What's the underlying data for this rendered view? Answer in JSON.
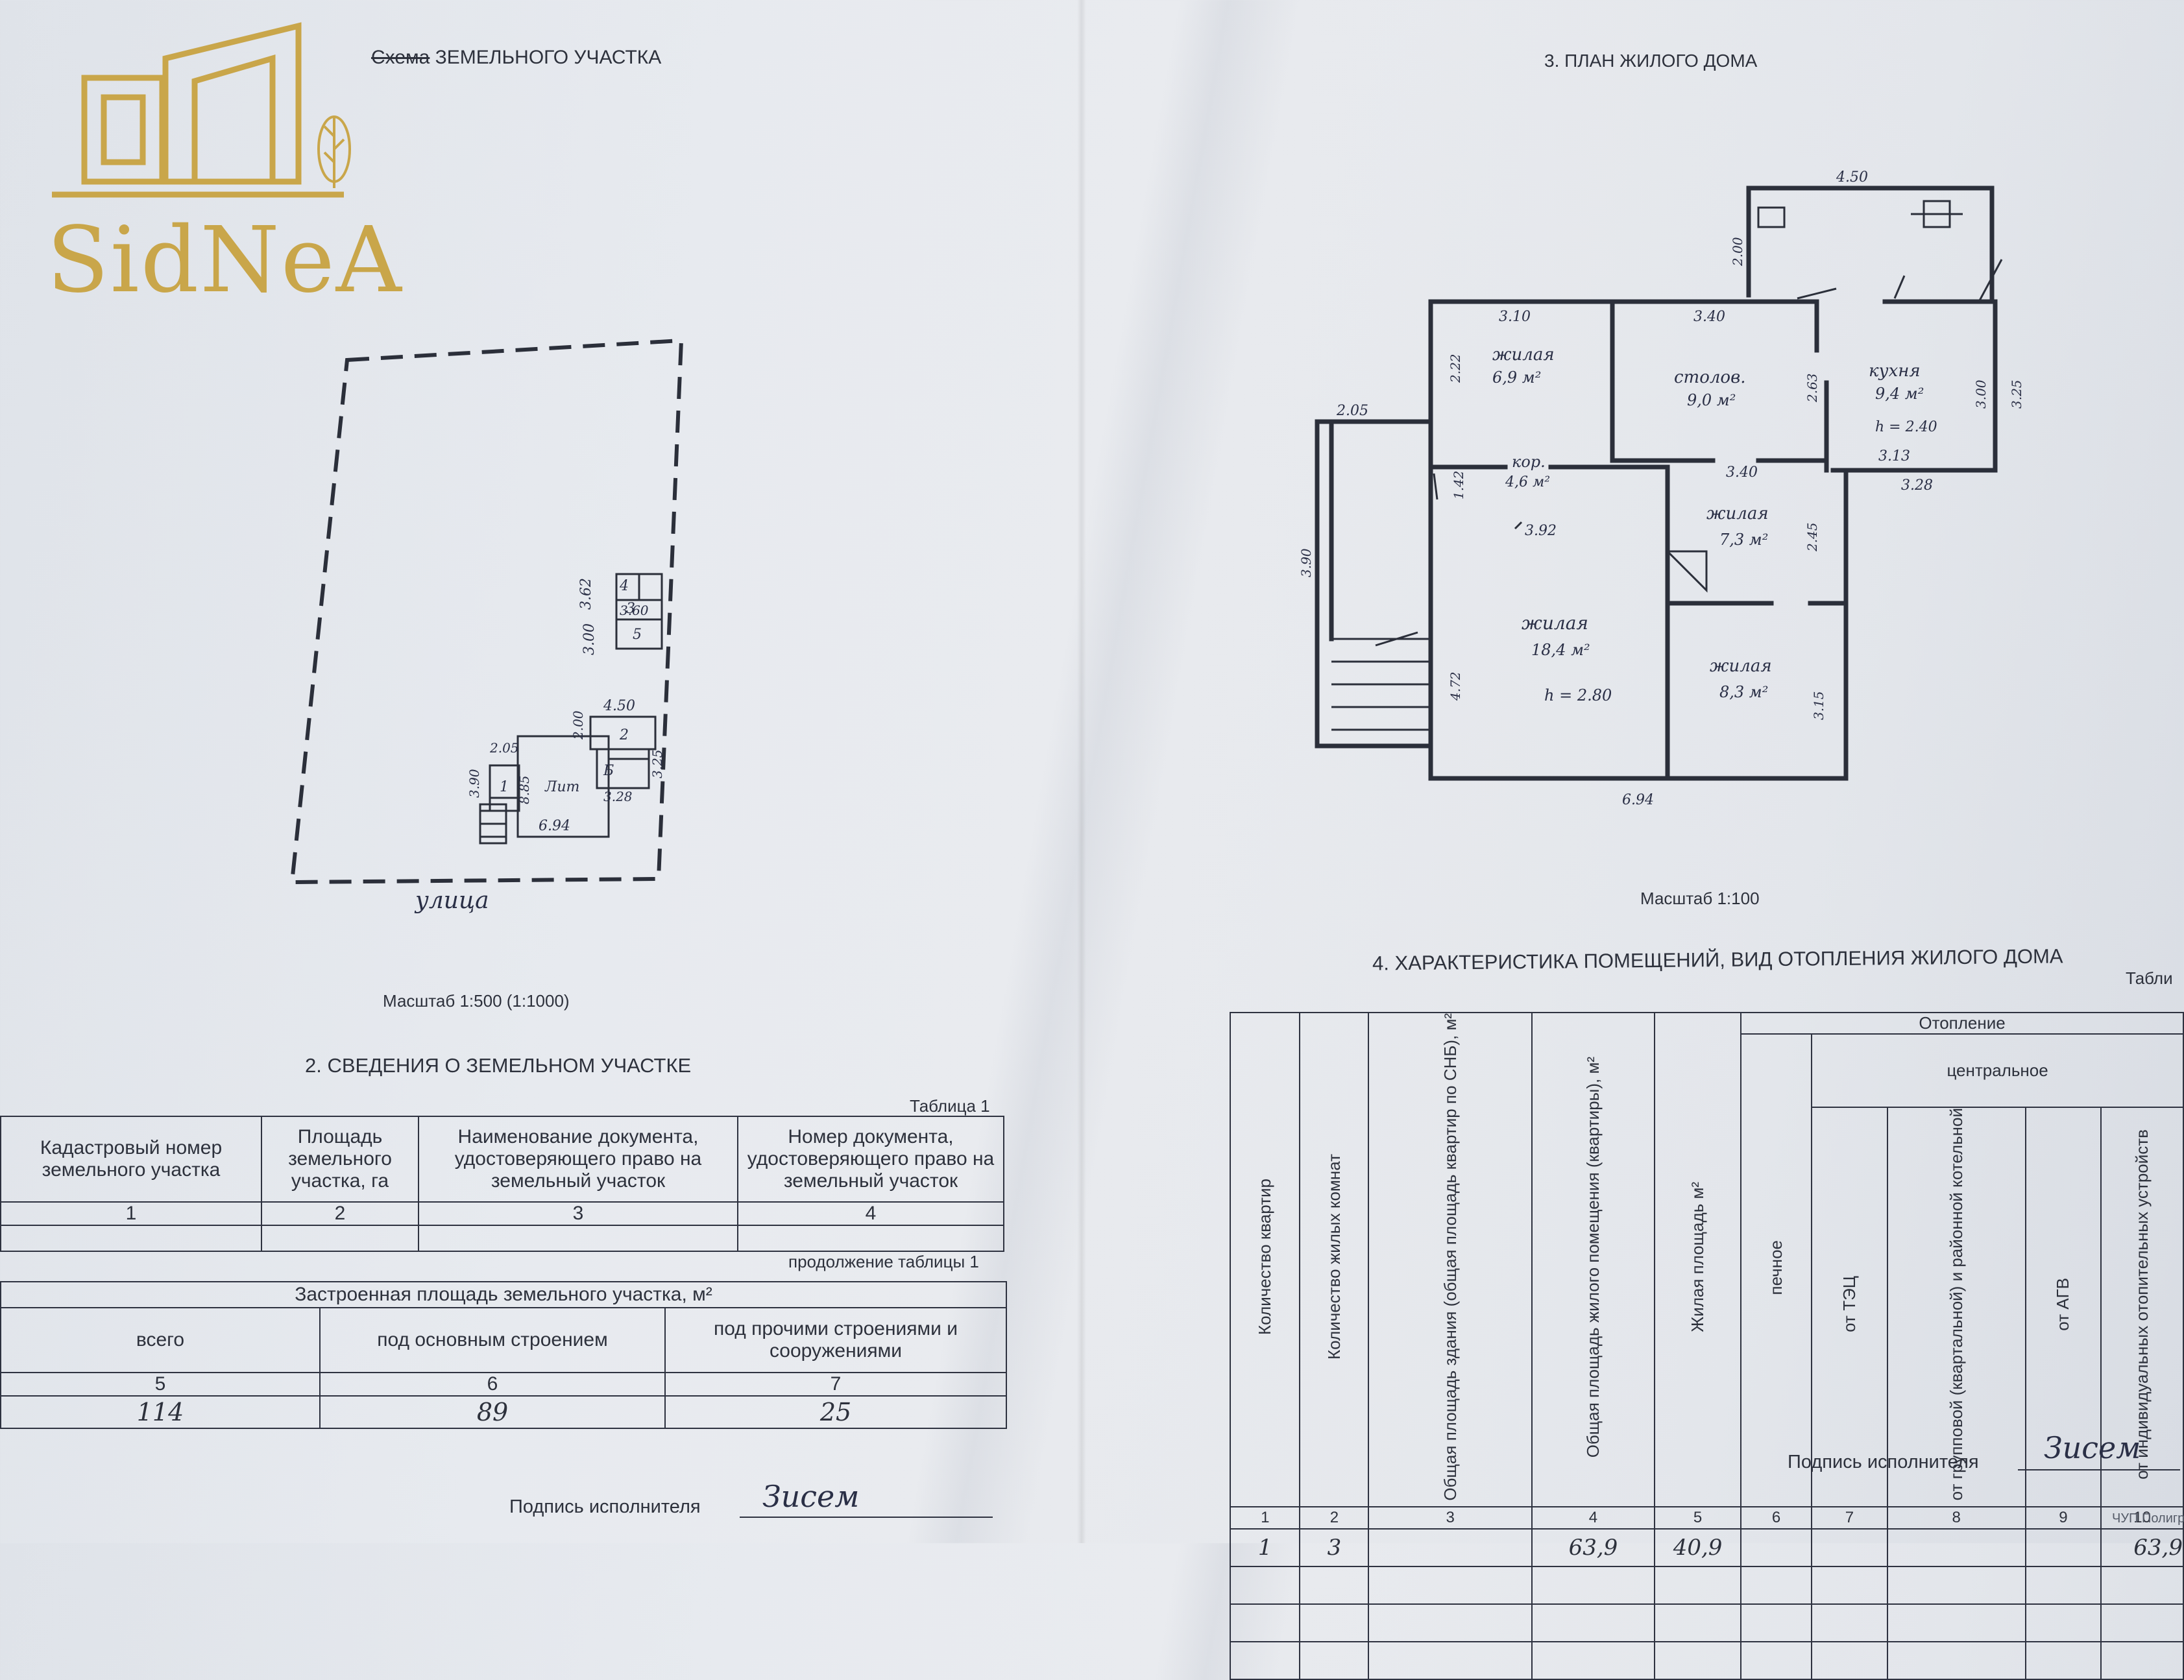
{
  "logo": {
    "text": "SidNeA",
    "color": "#c9a64a"
  },
  "left": {
    "scheme_title_struck": "Схема",
    "scheme_title_rest": " ЗЕМЕЛЬНОГО УЧАСТКА",
    "street_label": "улица",
    "scale": "Масштаб 1:500 (1:1000)",
    "section2_title": "2. СВЕДЕНИЯ О ЗЕМЕЛЬНОМ УЧАСТКЕ",
    "table1_label": "Таблица 1",
    "table1_headers": [
      "Кадастровый номер земельного участка",
      "Площадь земельного участка, га",
      "Наименование документа, удостоверяющего право на земельный участок",
      "Номер документа, удостоверяющего право на земельный участок"
    ],
    "table1_nums": [
      "1",
      "2",
      "3",
      "4"
    ],
    "continuation_label": "продолжение таблицы 1",
    "table1b_group": "Застроенная площадь земельного участка, м²",
    "table1b_headers": [
      "всего",
      "под основным строением",
      "под прочими строениями и сооружениями"
    ],
    "table1b_nums": [
      "5",
      "6",
      "7"
    ],
    "table1b_values": [
      "114",
      "89",
      "25"
    ],
    "signature_label": "Подпись исполнителя",
    "signature": "Зисем",
    "plot_labels": {
      "d1": "4.50",
      "d2": "2.00",
      "d3": "3.25",
      "d4": "6.94",
      "d5": "3.90",
      "d6": "2.05",
      "d7": "8.85",
      "d8": "3.28",
      "d9": "3.62",
      "d10": "3.00",
      "d11": "3.60",
      "n1": "1",
      "n2": "2",
      "n3": "3",
      "n4": "4",
      "n5": "5",
      "lit_a": "Лит",
      "lit_b": "Б"
    }
  },
  "right": {
    "plan_title": "3. ПЛАН ЖИЛОГО ДОМА",
    "scale": "Масштаб 1:100",
    "section4_title": "4. ХАРАКТЕРИСТИКА ПОМЕЩЕНИЙ, ВИД ОТОПЛЕНИЯ ЖИЛОГО ДОМА",
    "table2_label": "Табли",
    "heating_label": "Отопление",
    "central_label": "центральное",
    "table2_headers": [
      "Количество квартир",
      "Количество жилых комнат",
      "Общая площадь здания (общая площадь квартир по СНБ), м²",
      "Общая площадь жилого помещения (квартиры), м²",
      "Жилая площадь м²",
      "печное",
      "от ТЭЦ",
      "от групповой (квартальной) и районной котельной",
      "от АГВ",
      "от индивидуальных отопительных устройств"
    ],
    "table2_nums": [
      "1",
      "2",
      "3",
      "4",
      "5",
      "6",
      "7",
      "8",
      "9",
      "10"
    ],
    "table2_values": [
      "1",
      "3",
      "",
      "63,9",
      "40,9",
      "",
      "",
      "",
      "",
      "63,9"
    ],
    "signature_label": "Подпись исполнителя",
    "signature": "Зисем",
    "footer_stamp": "ЧУП Полигр",
    "rooms": [
      {
        "name": "жилая",
        "area": "6,9 м²"
      },
      {
        "name": "столов.",
        "area": "9,0 м²"
      },
      {
        "name": "кухня",
        "area": "9,4 м²",
        "height": "h = 2.40"
      },
      {
        "name": "кор.",
        "area": "4,6 м²"
      },
      {
        "name": "жилая",
        "area": "7,3 м²"
      },
      {
        "name": "жилая",
        "area": "18,4 м²",
        "height": "h = 2.80"
      },
      {
        "name": "жилая",
        "area": "8,3 м²"
      }
    ],
    "dims": {
      "top": "4.50",
      "w1": "3.10",
      "w2": "3.40",
      "w3": "3.40",
      "w4": "3.92",
      "w5": "3.13",
      "w6": "3.28",
      "bottom": "6.94",
      "porch": "2.05",
      "h1": "2.00",
      "h2": "2.22",
      "h3": "1.42",
      "h4": "3.90",
      "h5": "4.72",
      "h6": "2.63",
      "h7": "2.45",
      "h8": "3.15",
      "h9": "3.00",
      "h10": "3.25"
    }
  }
}
